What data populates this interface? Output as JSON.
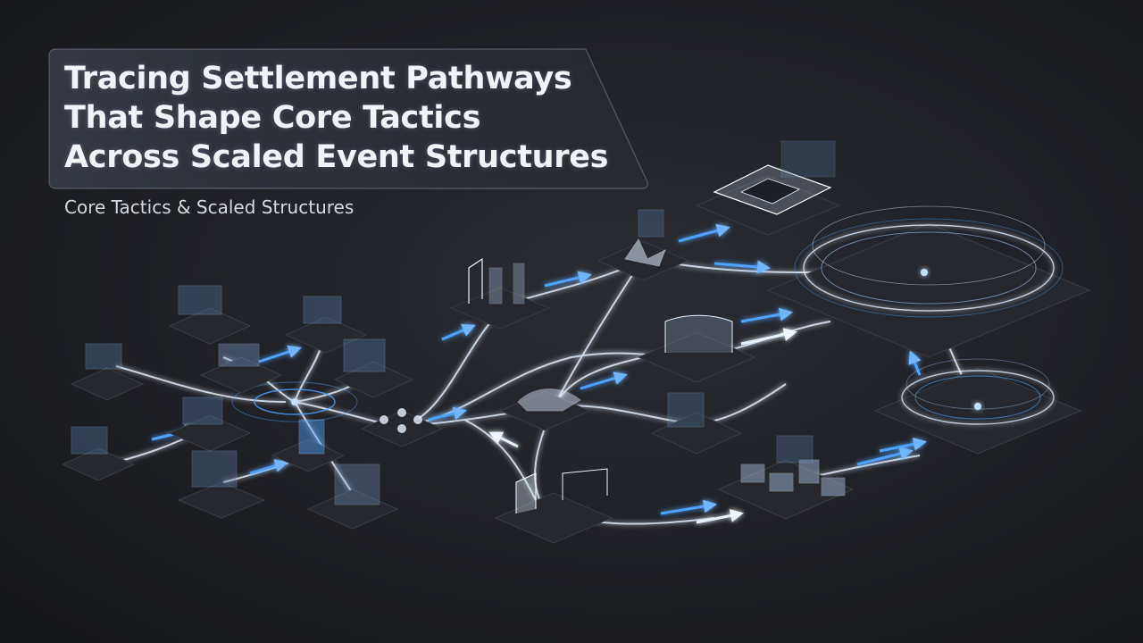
{
  "title": {
    "lines": [
      "Tracing Settlement Pathways",
      "That Shape Core Tactics",
      "Across Scaled Event Structures"
    ]
  },
  "subtitle": "Core Tactics & Scaled Structures",
  "colors": {
    "background": "#1e1f24",
    "accent_blue": "#4ea3ff",
    "glow_white": "#e8f2ff",
    "platform": "#26282d"
  }
}
